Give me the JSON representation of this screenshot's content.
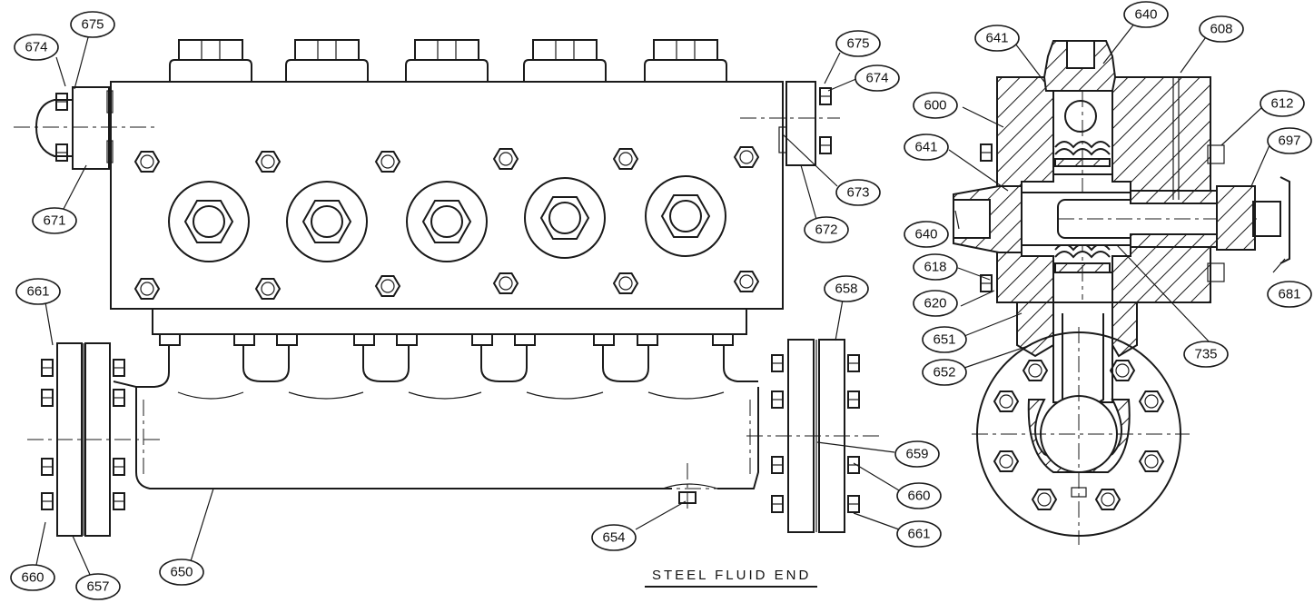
{
  "caption": "STEEL FLUID END",
  "callouts": {
    "c674_left": "674",
    "c675_left": "675",
    "c671": "671",
    "c675_right": "675",
    "c674_right": "674",
    "c673": "673",
    "c672": "672",
    "c661_left": "661",
    "c660_left": "660",
    "c657": "657",
    "c650": "650",
    "c654": "654",
    "c658": "658",
    "c659": "659",
    "c660_right": "660",
    "c661_right": "661",
    "c641_top": "641",
    "c640_top": "640",
    "c608": "608",
    "c600": "600",
    "c612": "612",
    "c697": "697",
    "c641_mid": "641",
    "c640_left": "640",
    "c618": "618",
    "c620": "620",
    "c681": "681",
    "c651": "651",
    "c652": "652",
    "c735": "735"
  }
}
